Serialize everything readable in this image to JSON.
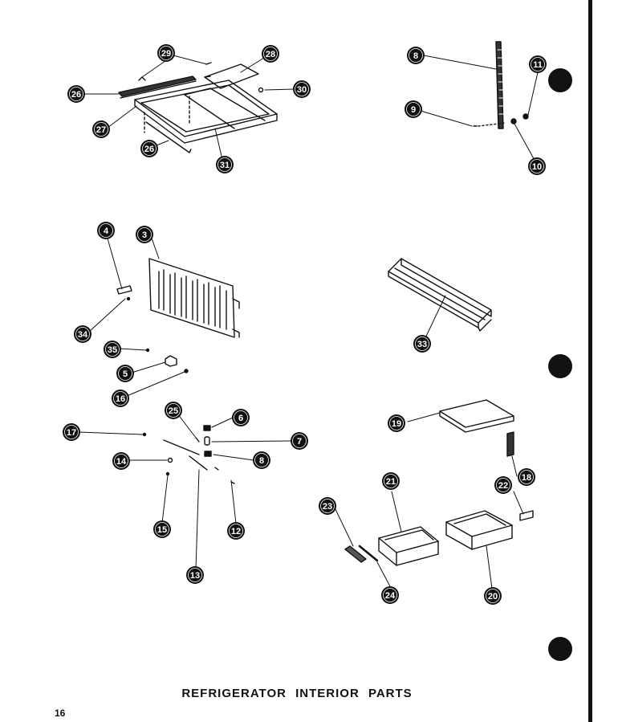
{
  "caption": "REFRIGERATOR INTERIOR PARTS",
  "page_number": "16",
  "callouts": [
    "29",
    "28",
    "26",
    "30",
    "27",
    "26",
    "31",
    "8",
    "11",
    "9",
    "10",
    "4",
    "3",
    "34",
    "33",
    "35",
    "5",
    "16",
    "19",
    "25",
    "6",
    "17",
    "7",
    "14",
    "8",
    "18",
    "22",
    "21",
    "23",
    "15",
    "12",
    "13",
    "24",
    "20"
  ],
  "colors": {
    "ink": "#111111",
    "paper": "#ffffff"
  }
}
